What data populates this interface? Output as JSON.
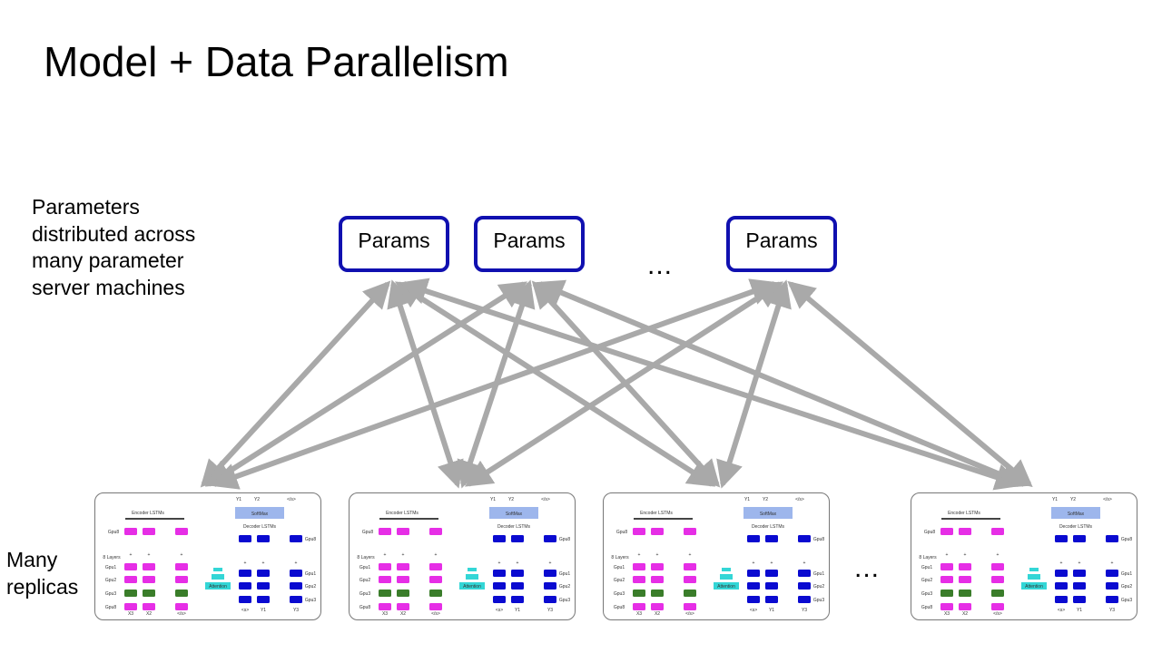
{
  "slide": {
    "title": "Model + Data Parallelism",
    "description_lines": [
      "Parameters",
      "distributed across",
      "many parameter",
      "server machines"
    ],
    "replicas_label_lines": [
      "Many",
      "replicas"
    ],
    "ellipsis": "..."
  },
  "params_boxes": [
    {
      "label": "Params"
    },
    {
      "label": "Params"
    },
    {
      "label": "Params"
    }
  ],
  "replica_diagram": {
    "encoder_label": "Encoder LSTMs",
    "decoder_label": "Decoder LSTMs",
    "softmax_label": "SoftMax",
    "attention_label": "Attention",
    "layers_label": "8 Layers",
    "gpu_labels": [
      "Gpu1",
      "Gpu2",
      "Gpu3",
      "Gpu8"
    ],
    "top_labels": [
      "Y1",
      "Y2",
      "</s>"
    ],
    "bottom_left_labels": [
      "X3",
      "X2",
      "</s>"
    ],
    "bottom_right_labels": [
      "<s>",
      "Y1",
      "Y3"
    ]
  },
  "replica_count_drawn": 4,
  "colors": {
    "param_border": "#1010b0",
    "arrow": "#a9a9a9",
    "encoder_cell": "#e62ee6",
    "encoder_cell_alt": "#3a7d2a",
    "decoder_cell": "#0a0ad0",
    "softmax": "#9db6ec",
    "attention": "#33d6d6"
  }
}
